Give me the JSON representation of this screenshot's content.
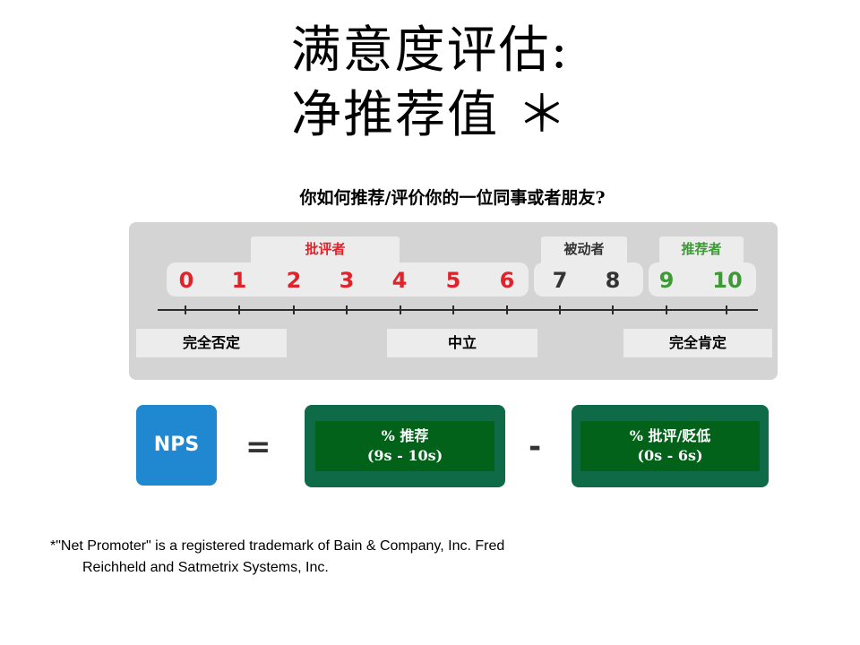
{
  "title": {
    "line1": "满意度评估:",
    "line2": "净推荐值 ＊"
  },
  "question": "你如何推荐/评价你的一位同事或者朋友?",
  "categories": {
    "detractors": "批评者",
    "passives": "被动者",
    "promoters": "推荐者"
  },
  "scale": [
    "0",
    "1",
    "2",
    "3",
    "4",
    "5",
    "6",
    "7",
    "8",
    "9",
    "10"
  ],
  "anchors": {
    "left": "完全否定",
    "middle": "中立",
    "right": "完全肯定"
  },
  "formula": {
    "nps": "NPS",
    "equals": "=",
    "minus": "-",
    "promoters_line1": "% 推荐",
    "promoters_line2": "(9s - 10s)",
    "detractors_line1": "% 批评/贬低",
    "detractors_line2": "(0s - 6s)"
  },
  "footnote": {
    "line1": "*\"Net Promoter\" is a registered trademark of Bain & Company, Inc. Fred",
    "line2": "Reichheld and Satmetrix Systems, Inc."
  },
  "colors": {
    "detractor": "#e0232b",
    "passive": "#333333",
    "promoter": "#3d9a35",
    "nps": "#1f88d1",
    "formula_green": "#0f6b47"
  }
}
